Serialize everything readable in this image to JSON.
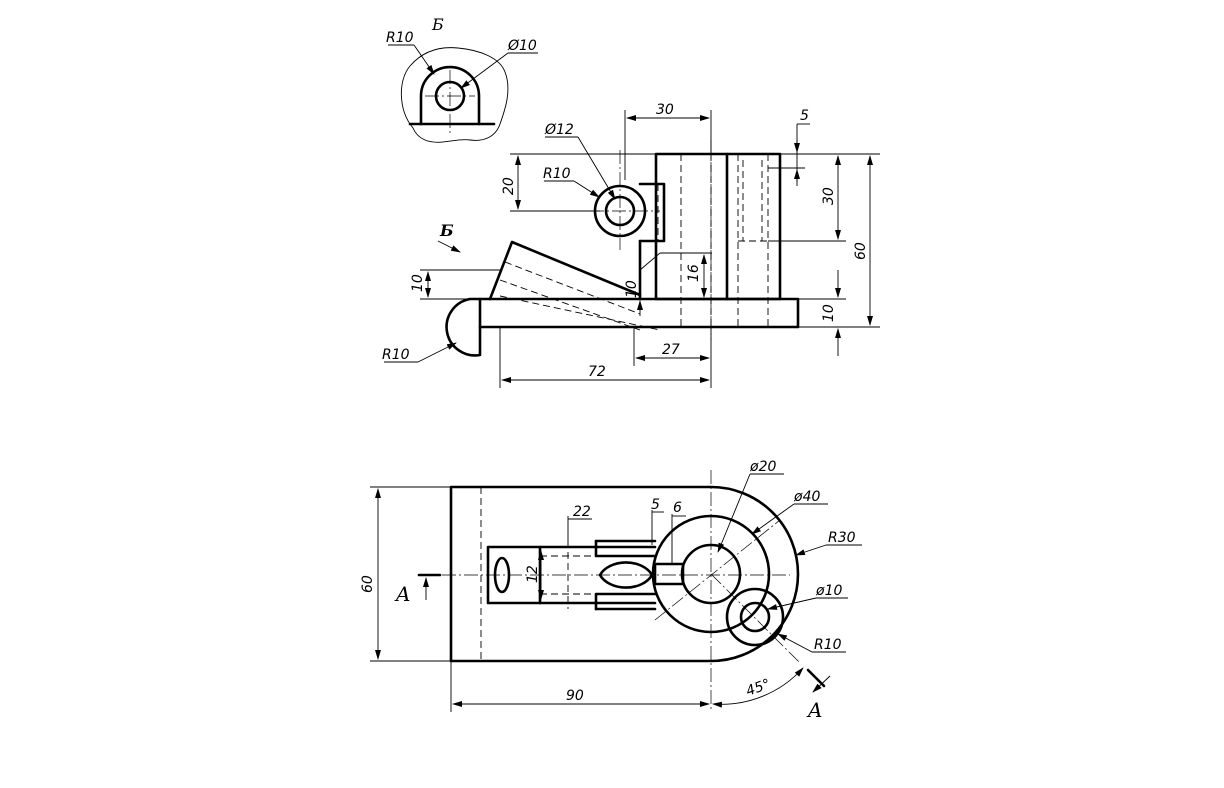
{
  "views": {
    "detail_b": {
      "label": "Б",
      "dims": {
        "radius": "R10",
        "diameter": "Ø10"
      }
    },
    "front": {
      "section_mark": "Б",
      "dims": {
        "width_top": "30",
        "offset_small": "5",
        "dia_hole": "Ø12",
        "radius_lug": "R10",
        "height_20": "20",
        "height_30": "30",
        "height_60": "60",
        "height_10_right": "10",
        "height_10_left": "10",
        "height_16": "16",
        "height_10_inner": "10",
        "radius_left": "R10",
        "length_27": "27",
        "length_72": "72"
      }
    },
    "top": {
      "section_mark_left": "A",
      "section_mark_right": "A",
      "dims": {
        "dia_20": "ø20",
        "dia_40": "ø40",
        "radius_30": "R30",
        "dia_10": "ø10",
        "radius_10": "R10",
        "length_22": "22",
        "length_5": "5",
        "length_6": "6",
        "width_12": "12",
        "height_60": "60",
        "length_90": "90",
        "angle_45": "45°"
      }
    }
  }
}
